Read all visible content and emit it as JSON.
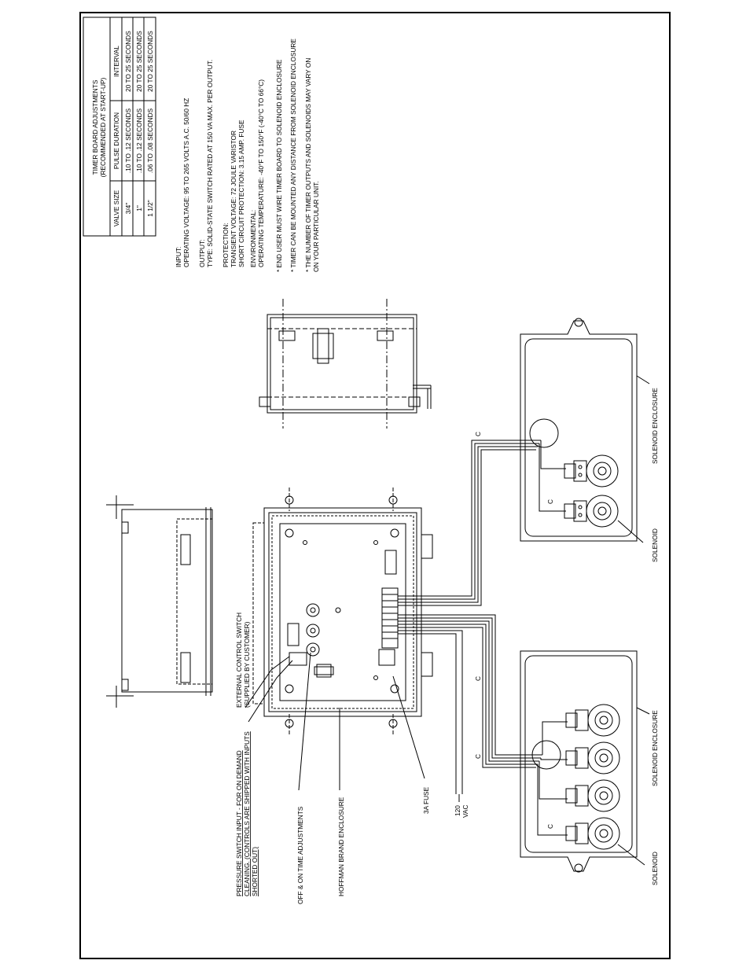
{
  "timer_table": {
    "title_line1": "TIMER BOARD ADJUSTMENTS",
    "title_line2": "(RECOMMENDED AT START-UP)",
    "headers": [
      "VALVE SIZE",
      "PULSE DURATION",
      "INTERVAL"
    ],
    "rows": [
      {
        "valve": "3/4\"",
        "pulse": ".10 TO .12 SECONDS",
        "interval": "20 TO 25 SECONDS"
      },
      {
        "valve": "1\"",
        "pulse": ".10 TO .12 SECONDS",
        "interval": "20 TO 25 SECONDS"
      },
      {
        "valve": "1 1/2\"",
        "pulse": ".06 TO .08 SECONDS",
        "interval": "20 TO 25 SECONDS"
      }
    ]
  },
  "specs": {
    "input_heading": "INPUT:",
    "input_line": "OPERATING VOLTAGE: 95 TO 265 VOLTS A.C. 50/60 HZ",
    "output_heading": "OUTPUT:",
    "output_line": "TYPE: SOLID-STATE SWITCH RATED AT 150 VA MAX. PER OUTPUT.",
    "protection_heading": "PROTECTION:",
    "protection_line1": "TRANSIENT VOLTAGE: 72 JOULE VARISTOR",
    "protection_line2": "SHORT CIRCUIT PROTECTION: 3.15 AMP. FUSE",
    "environmental_heading": "ENVIRONMENTAL:",
    "environmental_line": "OPERATING TEMPERATURE: -40°F TO 150°F (-40°C TO 66°C)"
  },
  "notes": {
    "note1": "*  END USER MUST WIRE TIMER BOARD TO SOLENOID ENCLOSURE",
    "note2": "*  TIMER CAN BE MOUNTED ANY DISTANCE FROM SOLENOID ENCLOSURE",
    "note3_line1": "*  THE NUMBER OF TIMER OUTPUTS AND SOLENOIDS MAY VARY ON",
    "note3_line2": "   ON YOUR PARTICULAR UNIT."
  },
  "labels": {
    "pressure_line1": "PRESSURE SWITCH INPUT - FOR ON DEMAND",
    "pressure_line2": "CLEANING. (CONTROLS ARE SHIPPED WITH INPUTS",
    "pressure_line3": "SHORTED OUT)",
    "external_line1": "EXTERNAL CONTROL SWITCH",
    "external_line2": "(SUPPLIED BY CUSTOMER)",
    "off_on": "OFF & ON TIME ADJUSTMENTS",
    "hoffman": "HOFFMAN BRAND ENCLOSURE",
    "fuse": "3A FUSE",
    "vac_line1": "120",
    "vac_line2": "VAC",
    "solenoid_top": "SOLENOID",
    "solenoid_enclosure_top": "SOLENOID ENCLOSURE",
    "solenoid_bottom": "SOLENOID",
    "solenoid_enclosure_bottom": "SOLENOID ENCLOSURE",
    "wire_c": "C"
  }
}
